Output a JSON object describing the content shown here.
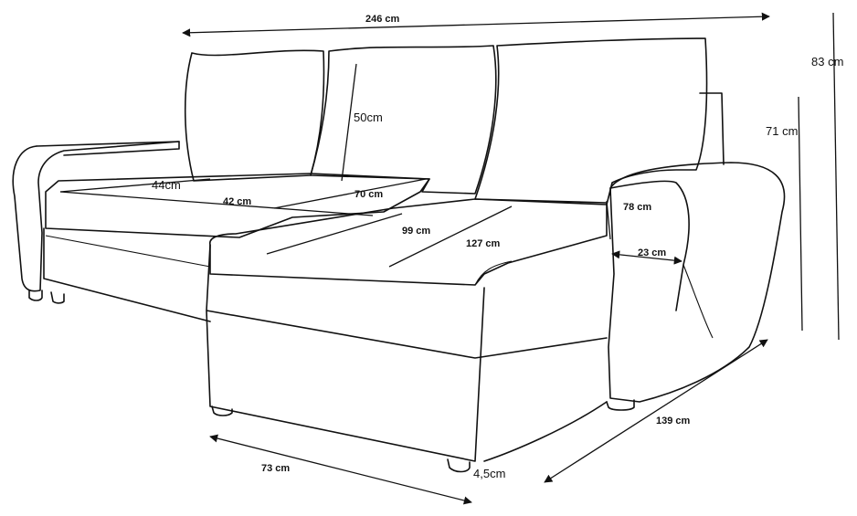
{
  "dimensions": {
    "total_width": "246 cm",
    "total_height": "83 cm",
    "back_height": "71 cm",
    "backrest_height": "50cm",
    "seat_depth": "44cm",
    "seat_width_left": "42 cm",
    "seat_width_mid": "70 cm",
    "chaise_width": "99 cm",
    "chaise_length": "127 cm",
    "armrest_height": "78 cm",
    "armrest_width": "23 cm",
    "chaise_depth": "139 cm",
    "chaise_front": "73 cm",
    "leg_height": "4,5cm"
  },
  "colors": {
    "line": "#111111",
    "background": "#ffffff"
  }
}
